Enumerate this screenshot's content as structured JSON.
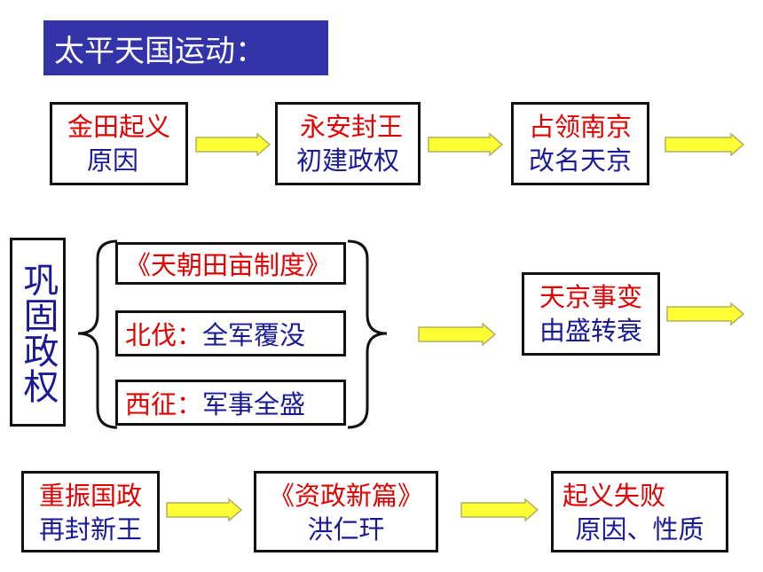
{
  "title": "太平天国运动：",
  "row1": {
    "box1": {
      "red": "金田起义",
      "blue": "原因"
    },
    "box2": {
      "red": "永安封王",
      "blue": "初建政权"
    },
    "box3": {
      "red": "占领南京",
      "blue": "改名天京"
    }
  },
  "row2": {
    "vertical": "巩固政权",
    "branch1": {
      "red": "《天朝田亩制度》"
    },
    "branch2": {
      "red": "北伐：",
      "blue": "全军覆没"
    },
    "branch3": {
      "red": "西征：",
      "blue": "军事全盛"
    },
    "box4": {
      "red": "天京事变",
      "blue": "由盛转衰"
    }
  },
  "row3": {
    "box5": {
      "red": "重振国政",
      "blue": "再封新王"
    },
    "box6": {
      "red": "《资政新篇》",
      "blue": "洪仁玕"
    },
    "box7": {
      "red": "起义失败",
      "blue": "原因、性质"
    }
  },
  "colors": {
    "title_bg": "#3333aa",
    "red": "#e00000",
    "blue": "#1a1a99",
    "arrow_fill": "#ffff33",
    "arrow_stroke": "#b0b060"
  }
}
